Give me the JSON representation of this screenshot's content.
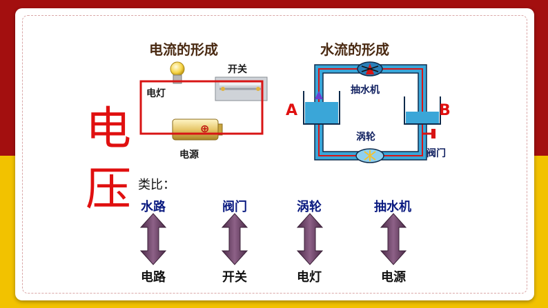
{
  "slide": {
    "vertical_title": [
      "电",
      "压"
    ],
    "circuit": {
      "title": "电流的形成",
      "switch_label": "开关",
      "lamp_label": "电灯",
      "source_label": "电源",
      "battery_sign": "⊕"
    },
    "water": {
      "title": "水流的形成",
      "pump_label": "抽水机",
      "turbine_label": "涡轮",
      "valve_label": "阀门",
      "point_a": "A",
      "point_b": "B"
    },
    "analogy": {
      "label": "类比：",
      "pairs": [
        {
          "top": "水路",
          "bottom": "电路"
        },
        {
          "top": "阀门",
          "bottom": "开关"
        },
        {
          "top": "涡轮",
          "bottom": "电灯"
        },
        {
          "top": "抽水机",
          "bottom": "电源"
        }
      ]
    },
    "colors": {
      "frame_red": "#a30f0f",
      "frame_yellow": "#f2c200",
      "wire_red": "#d81414",
      "water_blue": "#3aa6d8",
      "arrow_purple": "#6a3f63"
    }
  }
}
